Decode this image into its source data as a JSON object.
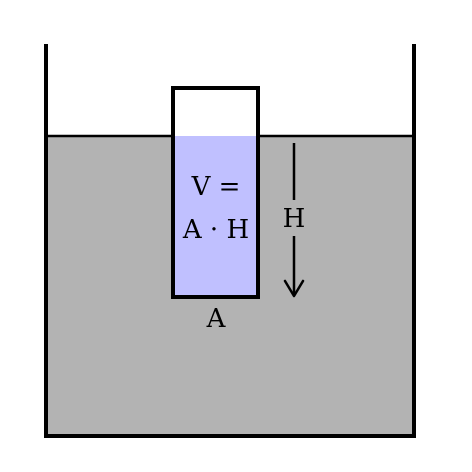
{
  "diagram": {
    "volume_line1": "V =",
    "volume_line2": "A · H",
    "depth_label": "H",
    "area_label": "A"
  },
  "colors": {
    "water": "#b3b3b3",
    "submerged_block": "#c0c0ff",
    "outline": "#000000",
    "background": "#ffffff"
  }
}
